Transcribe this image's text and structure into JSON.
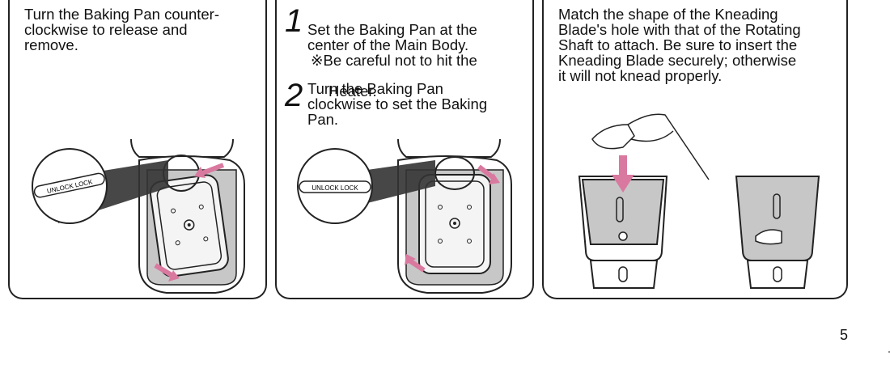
{
  "panels": {
    "remove": {
      "text": "Turn the Baking Pan counter-\nclockwise to release and\nremove."
    },
    "set": {
      "step1": {
        "number": "1",
        "text": "Set the Baking Pan at the\ncenter of the Main Body.",
        "note_line1": "※Be careful not to hit the",
        "note_line2": "Heater."
      },
      "step2": {
        "number": "2",
        "text": "Turn the Baking Pan\nclockwise to set the Baking\nPan."
      }
    },
    "blade": {
      "text": "Match the shape of the Kneading\nBlade's hole with that of the Rotating\nShaft to attach. Be sure to insert the\nKneading Blade securely; otherwise\nit will not knead properly."
    }
  },
  "lock_label": "UNLOCK  LOCK",
  "page_number": "5",
  "colors": {
    "arrow": "#d9799f",
    "pan_fill": "#c7c7c7",
    "line": "#222222"
  }
}
